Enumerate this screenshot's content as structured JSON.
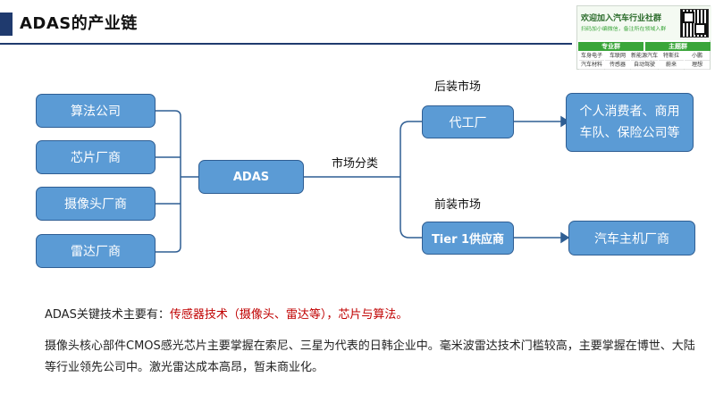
{
  "header": {
    "title": "ADAS的产业链"
  },
  "promo": {
    "title": "欢迎加入汽车行业社群",
    "subtitle": "扫码加小编微信，备注所在领域入群",
    "tags": [
      "专业群",
      "主题群"
    ],
    "cells": [
      "车身电子",
      "车联网",
      "新能源汽车",
      "特斯拉",
      "小鹏",
      "汽车材料",
      "传感器",
      "自动驾驶",
      "蔚来",
      "理想"
    ]
  },
  "diagram": {
    "suppliers": [
      "算法公司",
      "芯片厂商",
      "摄像头厂商",
      "雷达厂商"
    ],
    "center": "ADAS",
    "split_label": "市场分类",
    "aftermarket_label": "后装市场",
    "aftermarket_node": "代工厂",
    "aftermarket_customer": "个人消费者、商用车队、保险公司等",
    "oem_label": "前装市场",
    "oem_node": "Tier 1供应商",
    "oem_customer": "汽车主机厂商"
  },
  "text": {
    "p1_prefix": "ADAS关键技术主要有：",
    "p1_highlight": "传感器技术（摄像头、雷达等），芯片与算法",
    "p1_suffix": "。",
    "p2": "摄像头核心部件CMOS感光芯片主要掌握在索尼、三星为代表的日韩企业中。毫米波雷达技术门槛较高，主要掌握在博世、大陆等行业领先公司中。激光雷达成本高昂，暂未商业化。"
  },
  "colors": {
    "node_fill": "#5b9bd5",
    "node_border": "#2f5e93",
    "highlight": "#c00000",
    "accent": "#1f3a6e"
  }
}
